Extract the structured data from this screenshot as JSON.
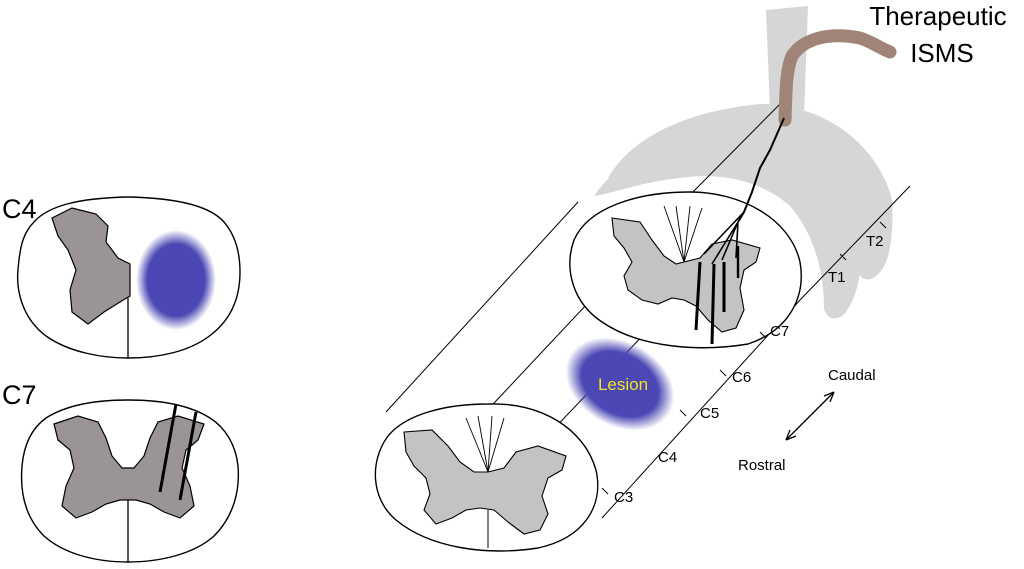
{
  "title": {
    "line1": "Therapeutic",
    "line2": "ISMS"
  },
  "cross_sections": [
    {
      "label": "C4",
      "shows": "lesion"
    },
    {
      "label": "C7",
      "shows": "electrodes"
    }
  ],
  "lesion_label": "Lesion",
  "segments": [
    "C3",
    "C4",
    "C5",
    "C6",
    "C7",
    "T1",
    "T2"
  ],
  "directions": {
    "caudal": "Caudal",
    "rostral": "Rostral"
  },
  "colors": {
    "grey_matter_small": "#9a9594",
    "grey_matter_cord": "#c3c3c3",
    "lesion": "#4b47b4",
    "lesion_text": "#f3e51e",
    "roots": "#d6d6d6",
    "cable": "#a08477",
    "line": "#000000"
  }
}
